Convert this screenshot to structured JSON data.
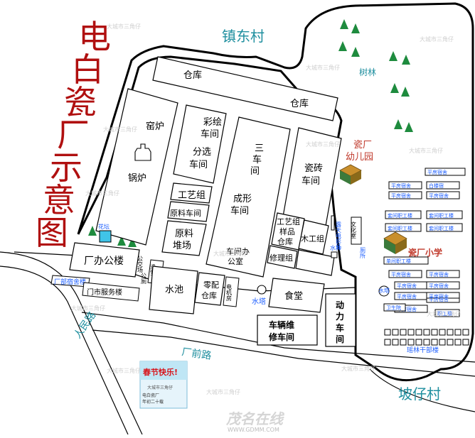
{
  "title": "电白瓷厂示意图",
  "places": {
    "village_north": "镇东村",
    "village_south": "坡仔村",
    "woods": "树林",
    "road_left": "人民路",
    "road_front": "厂前路"
  },
  "buildings": {
    "warehouse_1": "仓库",
    "warehouse_2": "仓库",
    "kiln": "窑炉",
    "boiler": "锅炉",
    "paint_1": "彩绘",
    "paint_2": "车间",
    "sort_1": "分选",
    "sort_2": "车间",
    "craft_group": "工艺组",
    "raw_workshop": "原料车间",
    "raw_yard_1": "原料",
    "raw_yard_2": "堆场",
    "third_1": "三",
    "third_2": "车",
    "third_3": "间",
    "forming_1": "成形",
    "forming_2": "车间",
    "ws_office_1": "车间办",
    "ws_office_2": "公室",
    "tile_1": "瓷砖",
    "tile_2": "车间",
    "sample_1": "工艺组",
    "sample_2": "样品",
    "sample_3": "仓库",
    "carpentry": "木工组",
    "repair": "修理组",
    "kindergarten_1": "瓷厂",
    "kindergarten_2": "幼儿园",
    "office_building": "厂办公楼",
    "shop_building": "门市服务楼",
    "pool": "水池",
    "parts_1": "零配",
    "parts_2": "仓库",
    "motor_room": "电机房",
    "canteen": "食堂",
    "vehicle_1": "车辆维",
    "vehicle_2": "修车间",
    "power_1": "动",
    "power_2": "力",
    "power_3": "车",
    "power_4": "间",
    "school": "瓷厂小学",
    "water_tower": "水塔",
    "flower_bed": "花坛",
    "bathroom": "公交场",
    "bathhouse": "澡堂",
    "public_toilet": "公厕",
    "culture_room": "文化室",
    "tv_room": "露天电影场",
    "public_toilet_2": "厕所",
    "well": "水井"
  },
  "housing": {
    "right_rows": [
      "平房宿舍",
      "平房宿舍",
      "白楼宿",
      "平房宿舍",
      "平房宿舍",
      "套间职工楼",
      "套间职工楼",
      "套间职工楼",
      "套间职工楼",
      "单间职工楼",
      "平房宿舍",
      "平房宿舍",
      "平房宿舍",
      "平房宿舍",
      "平房宿舍",
      "平房宿舍",
      "平房宿舍",
      "职工楼",
      "卫生院",
      "平房宿舍"
    ],
    "left_row": "厂部宿舍楼",
    "bottom": "瑶林干部楼",
    "tower": "水塔"
  },
  "ad": {
    "headline": "春节快乐!",
    "sub": "大城市三角仔",
    "line1": "电白瓷厂",
    "line2": "年初二十载"
  },
  "watermark": {
    "small": "大城市三角仔",
    "brand": "茂名在线",
    "url": "WWW.GDMM.COM"
  },
  "colors": {
    "title": "#b01010",
    "village": "#1f8f9f",
    "road_label": "#1f8f9f",
    "kindergarten": "#c0392b",
    "housing": "#1a5cff",
    "tree": "#1e8b3e"
  }
}
